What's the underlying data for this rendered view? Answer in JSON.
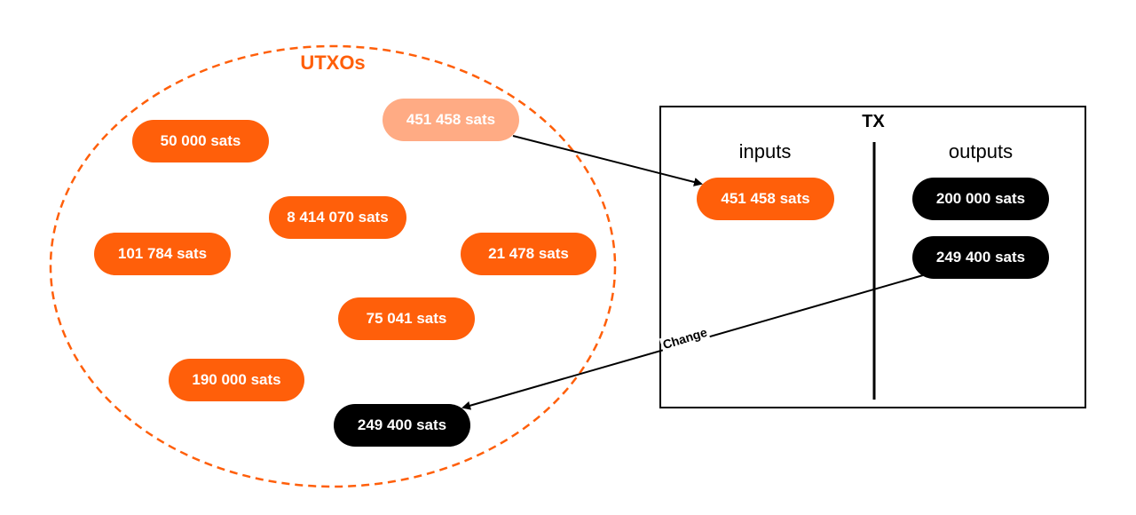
{
  "pool": {
    "title": "UTXOs",
    "utxos": [
      {
        "label": "50 000 sats",
        "style": "orange"
      },
      {
        "label": "451 458 sats",
        "style": "selected"
      },
      {
        "label": "8 414 070 sats",
        "style": "orange"
      },
      {
        "label": "101 784 sats",
        "style": "orange"
      },
      {
        "label": "21 478 sats",
        "style": "orange"
      },
      {
        "label": "75 041 sats",
        "style": "orange"
      },
      {
        "label": "190 000 sats",
        "style": "orange"
      },
      {
        "label": "249 400 sats",
        "style": "change"
      }
    ]
  },
  "tx": {
    "title": "TX",
    "inputs_label": "inputs",
    "outputs_label": "outputs",
    "inputs": [
      {
        "label": "451 458 sats"
      }
    ],
    "outputs": [
      {
        "label": "200 000 sats"
      },
      {
        "label": "249 400 sats"
      }
    ]
  },
  "arrows": {
    "change_label": "Change"
  },
  "colors": {
    "accent": "#ff5f0a",
    "selected": "#ffab84",
    "change": "#000000",
    "text_on_pill": "#ffffff"
  }
}
